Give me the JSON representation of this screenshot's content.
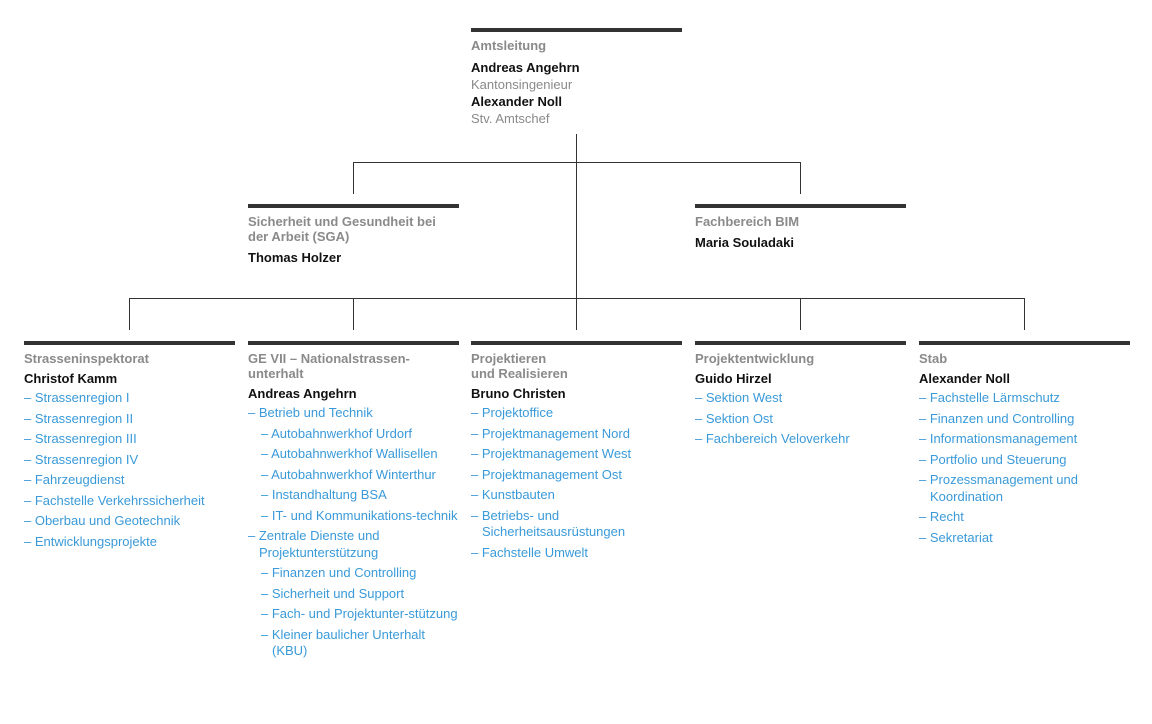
{
  "top": {
    "title": "Amtsleitung",
    "persons": [
      {
        "name": "Andreas Angehrn",
        "role": "Kantonsingenieur"
      },
      {
        "name": "Alexander Noll",
        "role": "Stv. Amtschef"
      }
    ]
  },
  "staff": [
    {
      "title": "Sicherheit und Gesundheit bei der Arbeit (SGA)",
      "name": "Thomas Holzer"
    },
    {
      "title": "Fachbereich BIM",
      "name": "Maria Souladaki"
    }
  ],
  "columns": [
    {
      "title": "Strasseninspektorat",
      "name": "Christof Kamm",
      "items": [
        {
          "label": "– Strassenregion I",
          "level": 1
        },
        {
          "label": "– Strassenregion II",
          "level": 1
        },
        {
          "label": "– Strassenregion III",
          "level": 1
        },
        {
          "label": "– Strassenregion IV",
          "level": 1
        },
        {
          "label": "– Fahrzeugdienst",
          "level": 1
        },
        {
          "label": "– Fachstelle Verkehrssicherheit",
          "level": 1
        },
        {
          "label": "– Oberbau und Geotechnik",
          "level": 1
        },
        {
          "label": "– Entwicklungsprojekte",
          "level": 1
        }
      ]
    },
    {
      "title": "GE VII – Nationalstrassen-unterhalt",
      "name": "Andreas Angehrn",
      "items": [
        {
          "label": "– Betrieb und Technik",
          "level": 1
        },
        {
          "label": "– Autobahnwerkhof Urdorf",
          "level": 2
        },
        {
          "label": "– Autobahnwerkhof Wallisellen",
          "level": 2
        },
        {
          "label": "– Autobahnwerkhof Winterthur",
          "level": 2
        },
        {
          "label": "– Instandhaltung BSA",
          "level": 2
        },
        {
          "label": "– IT- und Kommunikations-technik",
          "level": 2
        },
        {
          "label": "– Zentrale Dienste und Projektunterstützung",
          "level": 1
        },
        {
          "label": "– Finanzen und Controlling",
          "level": 2
        },
        {
          "label": "– Sicherheit und Support",
          "level": 2
        },
        {
          "label": "– Fach- und Projektunter-stützung",
          "level": 2
        },
        {
          "label": "– Kleiner baulicher Unterhalt (KBU)",
          "level": 2
        }
      ]
    },
    {
      "title": "Projektieren und Realisieren",
      "name": "Bruno Christen",
      "items": [
        {
          "label": "– Projektoffice",
          "level": 1
        },
        {
          "label": "– Projektmanagement Nord",
          "level": 1
        },
        {
          "label": "– Projektmanagement West",
          "level": 1
        },
        {
          "label": "– Projektmanagement Ost",
          "level": 1
        },
        {
          "label": "– Kunstbauten",
          "level": 1
        },
        {
          "label": "– Betriebs- und Sicherheitsausrüstungen",
          "level": 1
        },
        {
          "label": "– Fachstelle Umwelt",
          "level": 1
        }
      ]
    },
    {
      "title": "Projektentwicklung",
      "name": "Guido Hirzel",
      "items": [
        {
          "label": "– Sektion West",
          "level": 1
        },
        {
          "label": "– Sektion Ost",
          "level": 1
        },
        {
          "label": "– Fachbereich Veloverkehr",
          "level": 1
        }
      ]
    },
    {
      "title": "Stab",
      "name": "Alexander Noll",
      "items": [
        {
          "label": "– Fachstelle Lärmschutz",
          "level": 1
        },
        {
          "label": "– Finanzen und Controlling",
          "level": 1
        },
        {
          "label": "– Informationsmanagement",
          "level": 1
        },
        {
          "label": "– Portfolio und Steuerung",
          "level": 1
        },
        {
          "label": "– Prozessmanagement und Koordination",
          "level": 1
        },
        {
          "label": "– Recht",
          "level": 1
        },
        {
          "label": "– Sekretariat",
          "level": 1
        }
      ]
    }
  ]
}
